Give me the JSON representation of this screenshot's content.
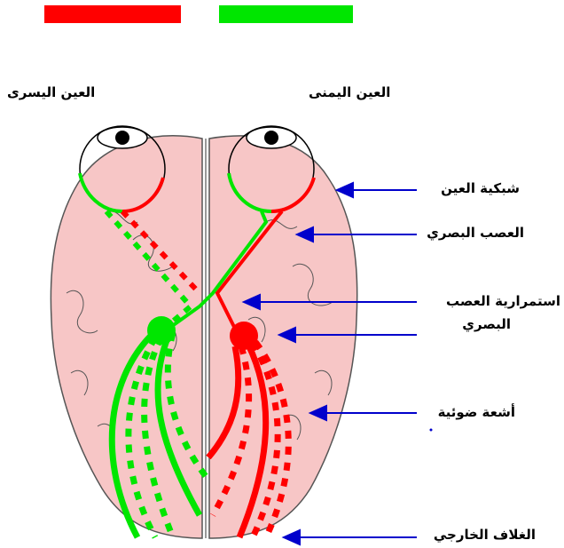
{
  "colors": {
    "left_field": "#ff0000",
    "right_field": "#00e600",
    "brain": "#f7c6c6",
    "arrow": "#0000cc"
  },
  "eyes": {
    "left_eye_label": "العين اليسرى",
    "right_eye_label": "العين اليمنى"
  },
  "labels": {
    "retina": "شبكية العين",
    "optic_nerve": "العصب البصري",
    "optic_tract_line1": "استمرارية العصب",
    "optic_tract_line2": "البصري",
    "optic_radiation": "أشعة ضوئية",
    "cortex": "الغلاف الخارجي"
  }
}
